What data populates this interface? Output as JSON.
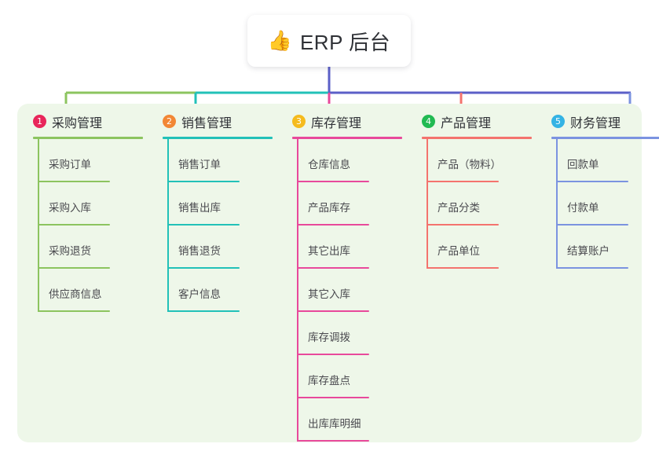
{
  "root": {
    "emoji": "👍",
    "emoji_name": "thumbs-up-icon",
    "title": "ERP 后台"
  },
  "colors": {
    "panel_background": "#eef7e9",
    "page_background": "#ffffff",
    "card_background": "#ffffff",
    "title_text": "#2f3136",
    "leaf_text": "#4a4a4f",
    "trunk_line": "#5b5fc7"
  },
  "columns": [
    {
      "number": "1",
      "title": "采购管理",
      "badge_color": "#e8265a",
      "line_color": "#8cc45f",
      "items": [
        "采购订单",
        "采购入库",
        "采购退货",
        "供应商信息"
      ]
    },
    {
      "number": "2",
      "title": "销售管理",
      "badge_color": "#f28735",
      "line_color": "#22c1b8",
      "items": [
        "销售订单",
        "销售出库",
        "销售退货",
        "客户信息"
      ]
    },
    {
      "number": "3",
      "title": "库存管理",
      "badge_color": "#f5bb1d",
      "line_color": "#e8499b",
      "items": [
        "仓库信息",
        "产品库存",
        "其它出库",
        "其它入库",
        "库存调拨",
        "库存盘点",
        "出库库明细"
      ]
    },
    {
      "number": "4",
      "title": "产品管理",
      "badge_color": "#21ba52",
      "line_color": "#f4736e",
      "items": [
        "产品（物料）",
        "产品分类",
        "产品单位"
      ]
    },
    {
      "number": "5",
      "title": "财务管理",
      "badge_color": "#34b3e4",
      "line_color": "#7b93e0",
      "items": [
        "回款单",
        "付款单",
        "结算账户"
      ]
    }
  ],
  "connectors": {
    "trunk_color": "#5b5fc7",
    "segments": [
      {
        "name": "segment-green",
        "color": "#8cc45f"
      },
      {
        "name": "segment-teal",
        "color": "#22c1b8"
      },
      {
        "name": "segment-blue",
        "color": "#5b5fc7"
      }
    ],
    "drops": [
      {
        "name": "drop-purchase",
        "color": "#8cc45f"
      },
      {
        "name": "drop-sales",
        "color": "#22c1b8"
      },
      {
        "name": "drop-inventory",
        "color": "#e8499b"
      },
      {
        "name": "drop-product",
        "color": "#f4736e"
      },
      {
        "name": "drop-finance",
        "color": "#7b93e0"
      }
    ]
  }
}
